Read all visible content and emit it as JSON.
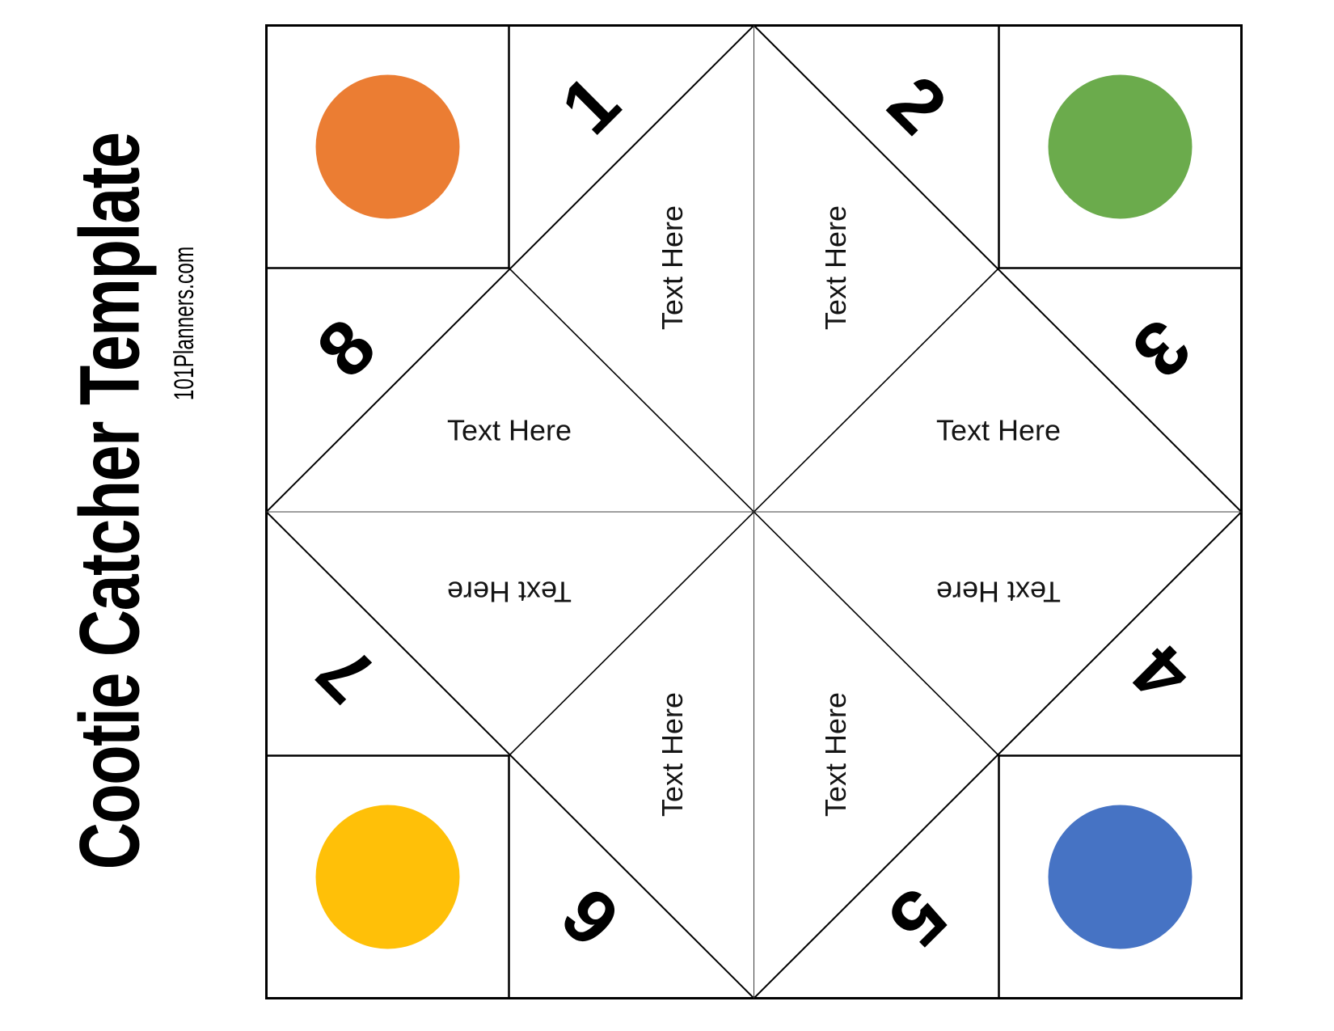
{
  "page": {
    "title": "Cootie Catcher Template",
    "website": "101Planners.com"
  },
  "template": {
    "placeholder_label": "Text Here",
    "numbers": [
      "1",
      "2",
      "3",
      "4",
      "5",
      "6",
      "7",
      "8"
    ],
    "corner_colors": {
      "top_left": "#EB7D33",
      "top_right": "#6BAB4C",
      "bottom_right": "#4673C4",
      "bottom_left": "#FFC008"
    }
  }
}
